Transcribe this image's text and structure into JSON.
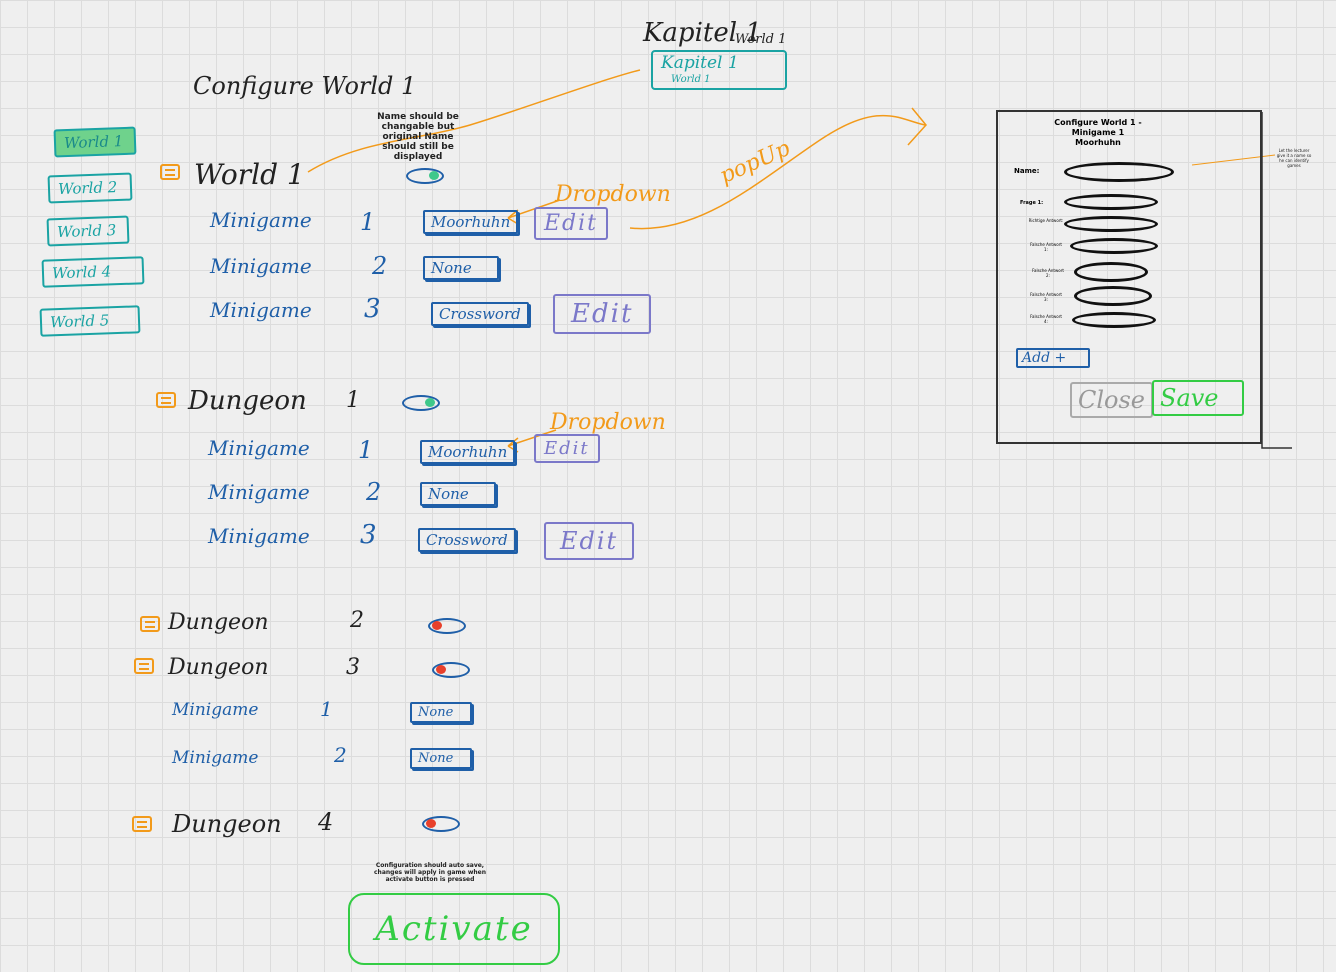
{
  "header": {
    "title": "Configure World 1",
    "kapitel_title": "Kapitel 1",
    "kapitel_sub": "World 1",
    "name_field_value": "Kapitel 1",
    "name_field_sub": "World 1",
    "name_note": "Name should be changable but original Name should still be displayed"
  },
  "sidebar": {
    "tabs": [
      {
        "label": "World 1",
        "active": true
      },
      {
        "label": "World 2",
        "active": false
      },
      {
        "label": "World 3",
        "active": false
      },
      {
        "label": "World 4",
        "active": false
      },
      {
        "label": "World 5",
        "active": false
      }
    ]
  },
  "annotations": {
    "dropdown1": "Dropdown",
    "dropdown2": "Dropdown",
    "popup": "popUp"
  },
  "sections": {
    "world1": {
      "name": "World 1",
      "rows": [
        {
          "label": "Minigame",
          "num": "1",
          "value": "Moorhuhn",
          "edit": "Edit"
        },
        {
          "label": "Minigame",
          "num": "2",
          "value": "None"
        },
        {
          "label": "Minigame",
          "num": "3",
          "value": "Crossword",
          "edit": "Edit"
        }
      ]
    },
    "dungeon1": {
      "name": "Dungeon",
      "num": "1",
      "rows": [
        {
          "label": "Minigame",
          "num": "1",
          "value": "Moorhuhn",
          "edit": "Edit"
        },
        {
          "label": "Minigame",
          "num": "2",
          "value": "None"
        },
        {
          "label": "Minigame",
          "num": "3",
          "value": "Crossword",
          "edit": "Edit"
        }
      ]
    },
    "dungeon2": {
      "name": "Dungeon",
      "num": "2"
    },
    "dungeon3": {
      "name": "Dungeon",
      "num": "3",
      "rows": [
        {
          "label": "Minigame",
          "num": "1",
          "value": "None"
        },
        {
          "label": "Minigame",
          "num": "2",
          "value": "None"
        }
      ]
    },
    "dungeon4": {
      "name": "Dungeon",
      "num": "4"
    }
  },
  "footer": {
    "note": "Configuration should auto save, changes will apply in game when activate button is pressed",
    "activate_label": "Activate"
  },
  "popup": {
    "title": "Configure World 1 - Minigame 1 Moorhuhn",
    "name_label": "Name:",
    "frage_label": "Frage 1:",
    "correct_label": "Richtige Antwort:",
    "wrong1": "Falsche Antwort 1:",
    "wrong2": "Falsche Antwort 2:",
    "wrong3": "Falsche Antwort 3:",
    "wrong4": "Falsche Antwort 4:",
    "side_note": "Let the lecturer give it a name so he can identify games",
    "add_label": "Add +",
    "close_label": "Close",
    "save_label": "Save"
  },
  "colors": {
    "blue_ink": "#1f5fa8",
    "teal_ink": "#1aa3a3",
    "orange_ink": "#f29a1a",
    "purple_ink": "#7b78c9",
    "green_ink": "#33cc44",
    "toggle_on": "#3fc88b",
    "toggle_off": "#e8402b"
  }
}
